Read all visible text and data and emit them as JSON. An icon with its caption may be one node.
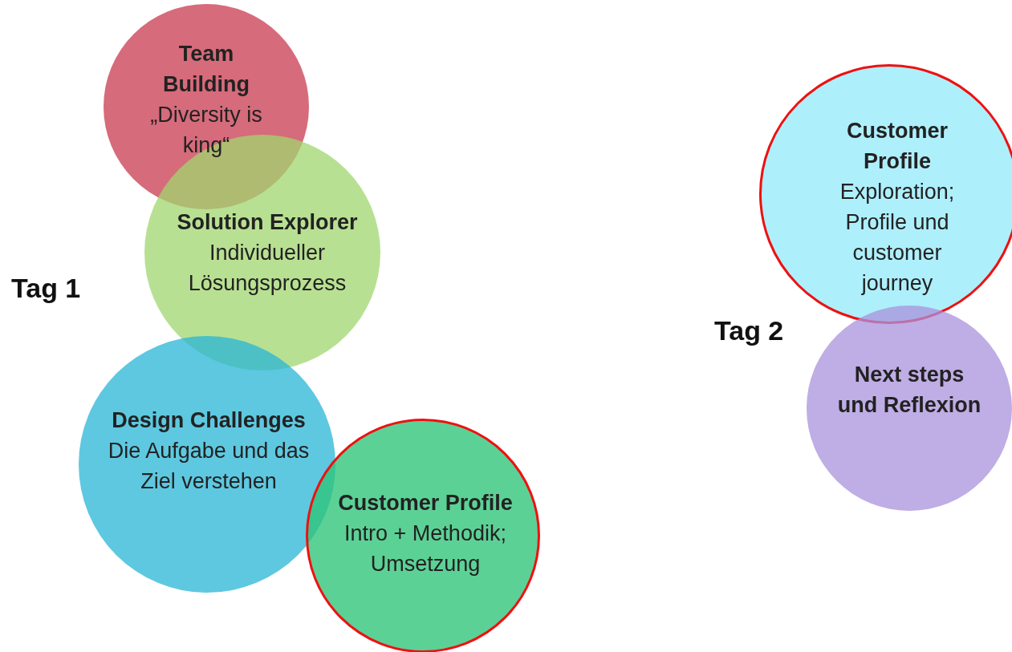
{
  "diagram": {
    "nodes": [
      {
        "text": [
          "Team Building",
          "„Diversity is king“"
        ]
      },
      {
        "text": [
          "Solution Explorer",
          "Individueller Lösungsprozess"
        ]
      },
      {
        "text": [
          "Design Challenges",
          "Die Aufgabe und das Ziel verstehen"
        ]
      },
      {
        "text": [
          "Customer Profile",
          "Intro + Methodik; Umsetzung"
        ]
      },
      {
        "text": [
          "Customer Profile",
          "Exploration; Profile und customer journey"
        ]
      },
      {
        "text": [
          "Next steps und Reflexion"
        ]
      }
    ],
    "labels": [
      "Tag 1",
      "Tag 2"
    ]
  }
}
